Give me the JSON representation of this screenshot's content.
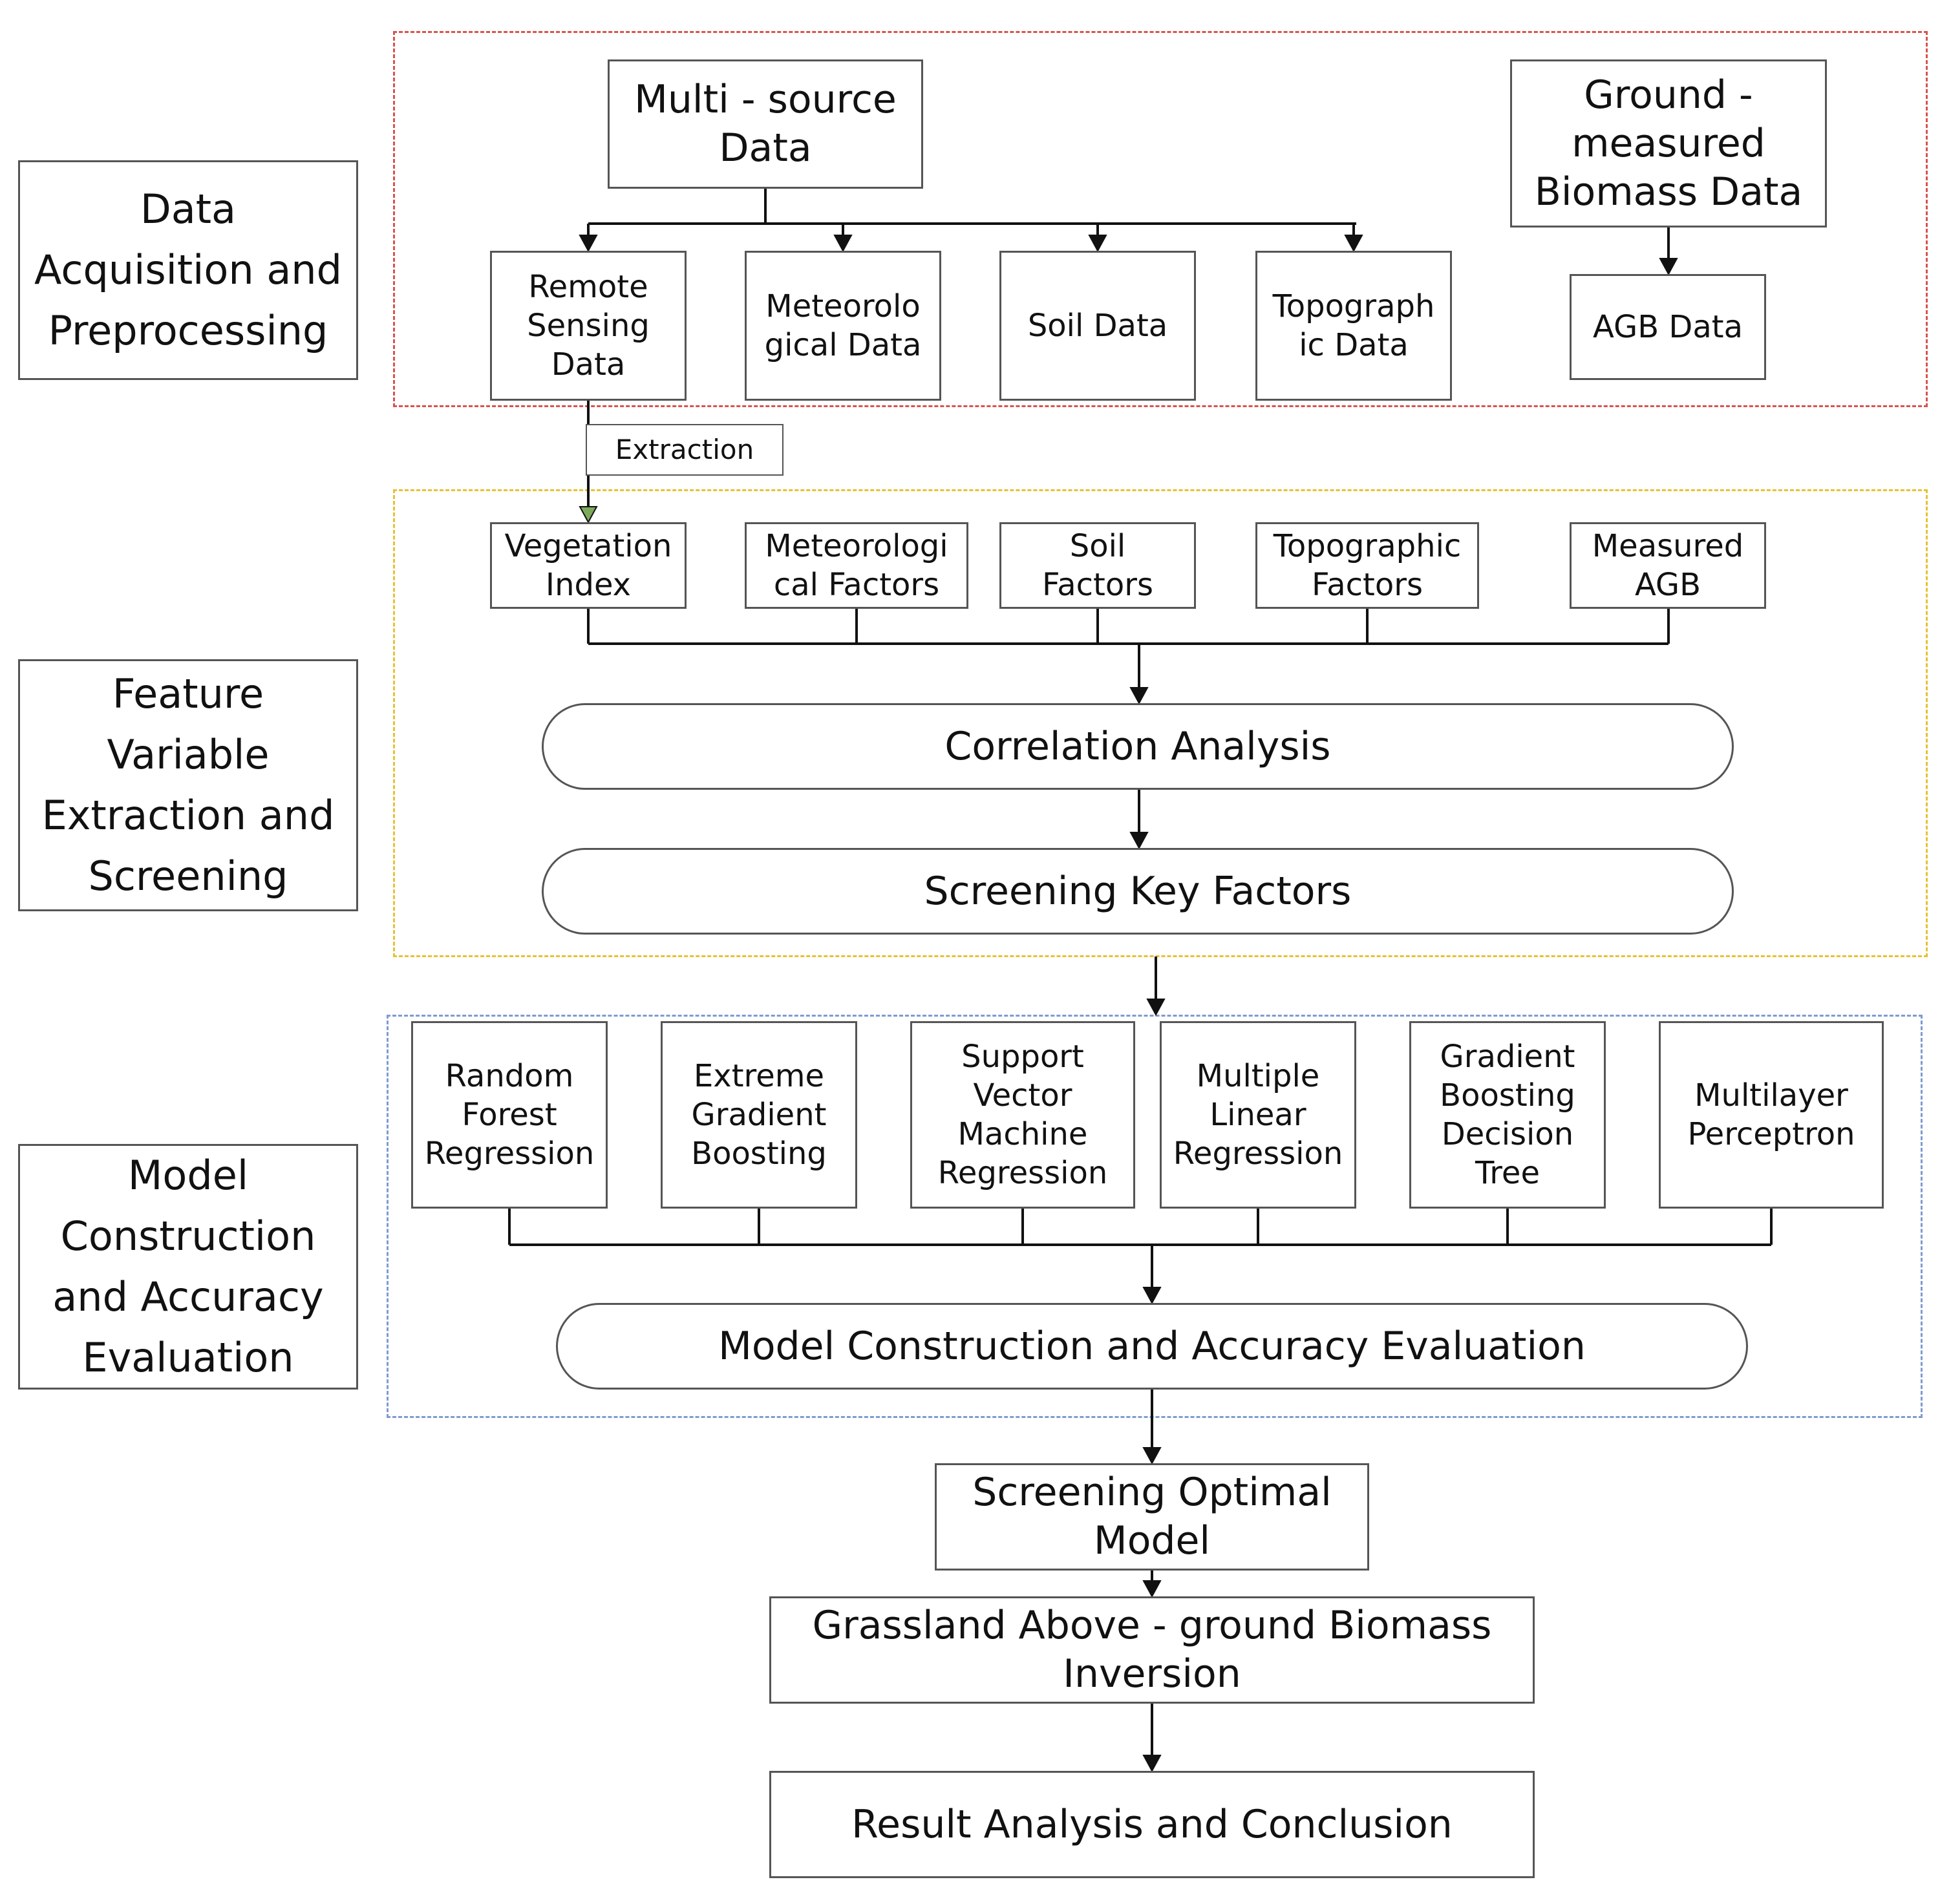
{
  "colors": {
    "acquisition_region": "#d9534f",
    "feature_region": "#e6c233",
    "model_region": "#7f9bd0",
    "line": "#111111",
    "box_border": "#555555",
    "extraction_arrowhead": "#7daa5a"
  },
  "stages": [
    {
      "label": "Data\nAcquisition and\nPreprocessing"
    },
    {
      "label": "Feature\nVariable\nExtraction and\nScreening"
    },
    {
      "label": "Model\nConstruction\nand Accuracy\nEvaluation"
    }
  ],
  "acquisition": {
    "multi_source": "Multi - source\nData",
    "ground_measured": "Ground -\nmeasured\nBiomass Data",
    "sources": [
      "Remote\nSensing\nData",
      "Meteorolo\ngical Data",
      "Soil Data",
      "Topograph\nic Data"
    ],
    "agb_data": "AGB Data"
  },
  "extraction_label": "Extraction",
  "features": {
    "factors": [
      "Vegetation\nIndex",
      "Meteorologi\ncal Factors",
      "Soil\nFactors",
      "Topographic\nFactors",
      "Measured\nAGB"
    ],
    "correlation": "Correlation Analysis",
    "screening": "Screening Key Factors"
  },
  "models": {
    "items": [
      "Random\nForest\nRegression",
      "Extreme\nGradient\nBoosting",
      "Support\nVector\nMachine\nRegression",
      "Multiple\nLinear\nRegression",
      "Gradient\nBoosting\nDecision\nTree",
      "Multilayer\nPerceptron"
    ],
    "evaluation": "Model Construction and Accuracy Evaluation"
  },
  "results": {
    "optimal": "Screening Optimal\nModel",
    "inversion": "Grassland Above - ground Biomass\nInversion",
    "conclusion": "Result Analysis and Conclusion"
  }
}
